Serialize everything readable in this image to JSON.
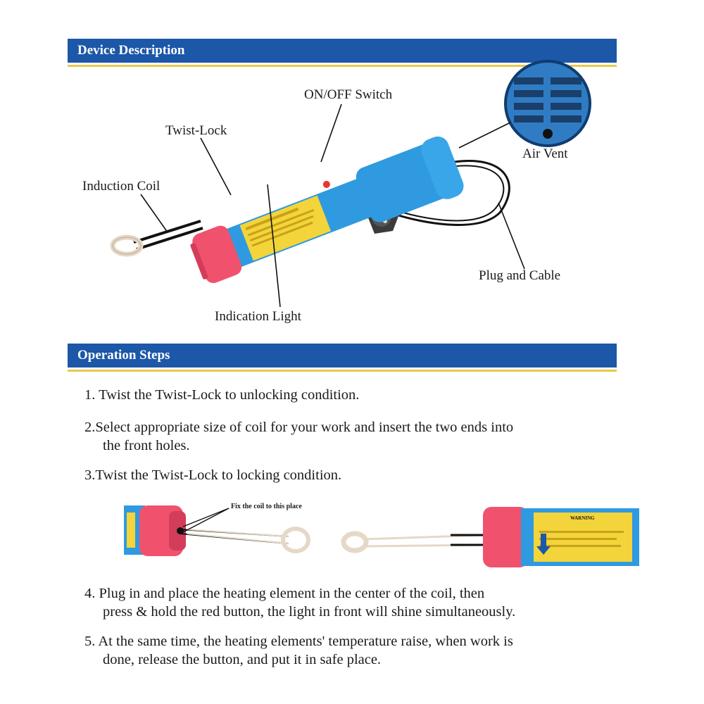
{
  "sections": {
    "device": {
      "title": "Device Description"
    },
    "operation": {
      "title": "Operation Steps"
    }
  },
  "labels": {
    "on_off_switch": "ON/OFF Switch",
    "twist_lock": "Twist-Lock",
    "induction_coil": "Induction Coil",
    "air_vent": "Air Vent",
    "plug_and_cable": "Plug and Cable",
    "indication_light": "Indication Light"
  },
  "steps": [
    {
      "line1": "1. Twist the Twist-Lock to unlocking condition.",
      "line2": ""
    },
    {
      "line1": "2.Select appropriate size of coil for your work and insert the two ends into",
      "line2": "the front holes."
    },
    {
      "line1": "3.Twist the Twist-Lock to locking condition.",
      "line2": ""
    },
    {
      "line1": "4.  Plug in and place the heating element in the center of the coil, then",
      "line2": "press & hold the red button, the light in front will shine simultaneously."
    },
    {
      "line1": "5. At the same time, the heating elements' temperature raise, when work is",
      "line2": "done,  release the button, and put it in safe place."
    }
  ],
  "illustration": {
    "callout": "Fix the coil to this place",
    "warning_text": "WARNING"
  },
  "colors": {
    "banner": "#1c57a8",
    "banner_rule": "#e7c94a",
    "tool_body": "#2f9ae0",
    "twist_lock": "#f0526e",
    "warning_label": "#f3d43a"
  }
}
